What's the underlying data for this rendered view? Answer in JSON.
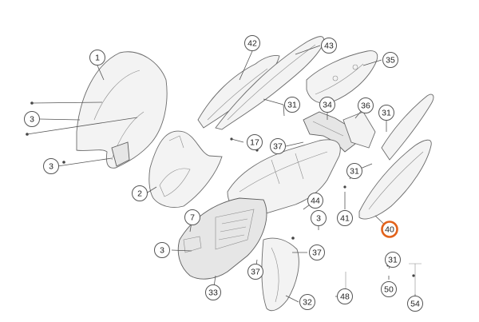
{
  "callouts": [
    {
      "id": "c1",
      "label": "1"
    },
    {
      "id": "c3a",
      "label": "3"
    },
    {
      "id": "c3b",
      "label": "3"
    },
    {
      "id": "c2",
      "label": "2"
    },
    {
      "id": "c42",
      "label": "42"
    },
    {
      "id": "c43",
      "label": "43"
    },
    {
      "id": "c35",
      "label": "35"
    },
    {
      "id": "c31a",
      "label": "31"
    },
    {
      "id": "c34",
      "label": "34"
    },
    {
      "id": "c36",
      "label": "36"
    },
    {
      "id": "c31b",
      "label": "31"
    },
    {
      "id": "c17",
      "label": "17"
    },
    {
      "id": "c37a",
      "label": "37"
    },
    {
      "id": "c31c",
      "label": "31"
    },
    {
      "id": "c41",
      "label": "41"
    },
    {
      "id": "c40",
      "label": "40"
    },
    {
      "id": "c7",
      "label": "7"
    },
    {
      "id": "c44",
      "label": "44"
    },
    {
      "id": "c3c",
      "label": "3"
    },
    {
      "id": "c3d",
      "label": "3"
    },
    {
      "id": "c37b",
      "label": "37"
    },
    {
      "id": "c37c",
      "label": "37"
    },
    {
      "id": "c33",
      "label": "33"
    },
    {
      "id": "c32",
      "label": "32"
    },
    {
      "id": "c48",
      "label": "48"
    },
    {
      "id": "c31d",
      "label": "31"
    },
    {
      "id": "c50",
      "label": "50"
    },
    {
      "id": "c54",
      "label": "54"
    }
  ],
  "highlight_color": "#e2621b"
}
